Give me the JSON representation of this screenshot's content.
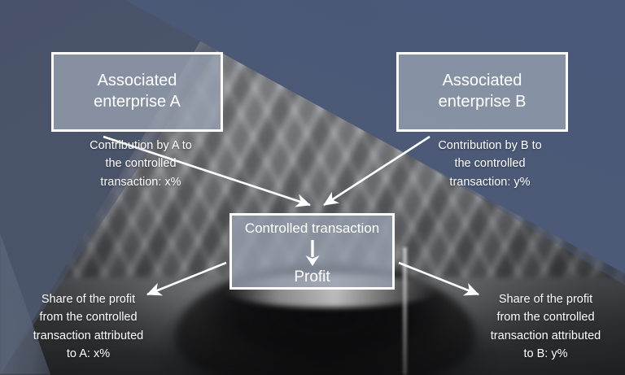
{
  "diagram": {
    "title_boxes": {
      "enterprise_a": [
        "Associated",
        "enterprise A"
      ],
      "enterprise_b": [
        "Associated",
        "enterprise B"
      ],
      "controlled_transaction": "Controlled transaction",
      "profit": "Profit"
    },
    "captions": {
      "contribution_a": [
        "Contribution by A to",
        "the controlled",
        "transaction: x%"
      ],
      "contribution_b": [
        "Contribution by B to",
        "the controlled",
        "transaction: y%"
      ],
      "share_a": [
        "Share of the profit",
        "from the controlled",
        "transaction attributed",
        "to A: x%"
      ],
      "share_b": [
        "Share of the profit",
        "from the controlled",
        "transaction attributed",
        "to B: y%"
      ]
    },
    "colors": {
      "overlay_left": "#4b5569",
      "overlay_right": "#4c5a77",
      "box_fill": "#98a1b1",
      "box_border": "#ffffff",
      "text": "#ffffff",
      "arrow": "#ffffff"
    },
    "arrows": [
      {
        "name": "arrow-a-to-transaction",
        "from": "Associated enterprise A",
        "to": "Controlled transaction"
      },
      {
        "name": "arrow-b-to-transaction",
        "from": "Associated enterprise B",
        "to": "Controlled transaction"
      },
      {
        "name": "arrow-transaction-to-share-a",
        "from": "Controlled transaction",
        "to": "Share of the profit attributed to A"
      },
      {
        "name": "arrow-transaction-to-share-b",
        "from": "Controlled transaction",
        "to": "Share of the profit attributed to B"
      },
      {
        "name": "arrow-transaction-to-profit",
        "from": "Controlled transaction",
        "to": "Profit"
      }
    ]
  }
}
